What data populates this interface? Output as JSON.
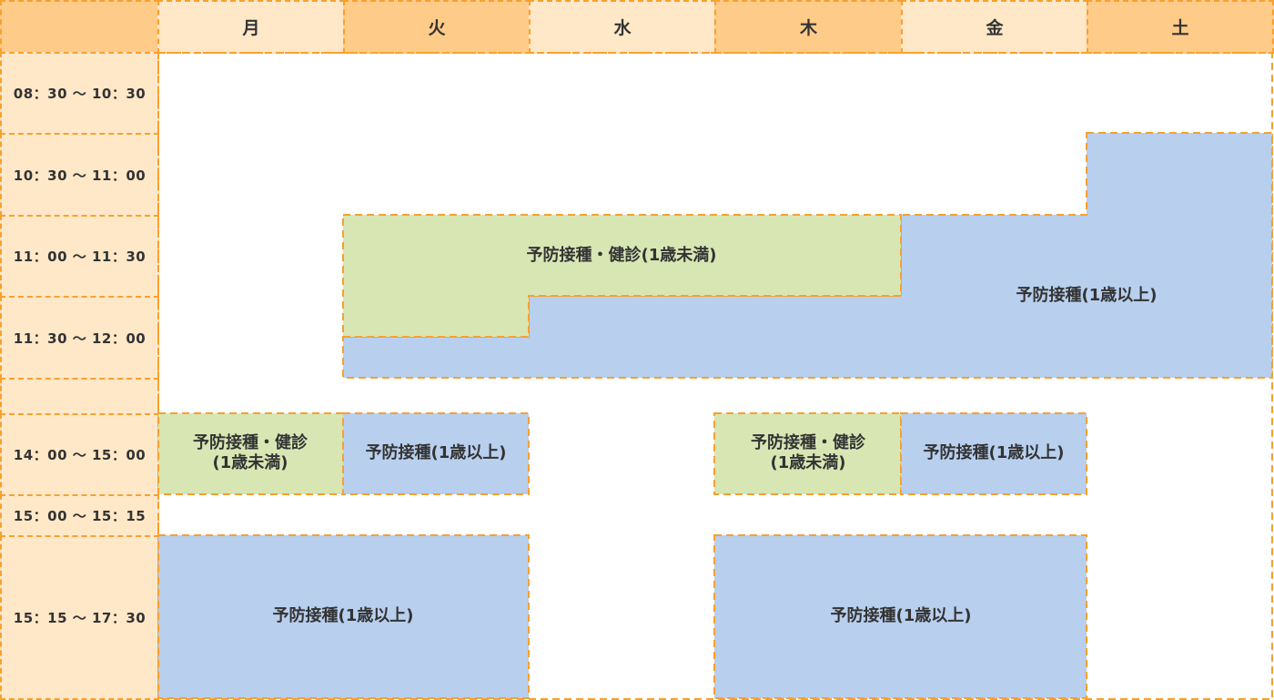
{
  "header": {
    "days": [
      "月",
      "火",
      "水",
      "木",
      "金",
      "土"
    ]
  },
  "times": [
    "08：30 〜 10：30",
    "10：30 〜 11：00",
    "11：00 〜 11：30",
    "11：30 〜 12：00",
    "",
    "14：00 〜 15：00",
    "15：00 〜 15：15",
    "15：15 〜 17：30"
  ],
  "blocks": {
    "infant_am": "予防接種・健診(1歳未満)",
    "over1_am": "予防接種(1歳以上)",
    "mon_infant_l1": "予防接種・健診",
    "mon_infant_l2": "(1歳未満)",
    "tue_over1": "予防接種(1歳以上)",
    "thu_infant_l1": "予防接種・健診",
    "thu_infant_l2": "(1歳未満)",
    "fri_over1": "予防接種(1歳以上)",
    "mon_tue_late": "予防接種(1歳以上)",
    "thu_fri_late": "予防接種(1歳以上)"
  },
  "colors": {
    "border": "#f7a030",
    "infant": "#d8e6b4",
    "over1": "#b8cfee",
    "header_light": "#ffe8c8",
    "header_dark": "#ffcb88"
  }
}
